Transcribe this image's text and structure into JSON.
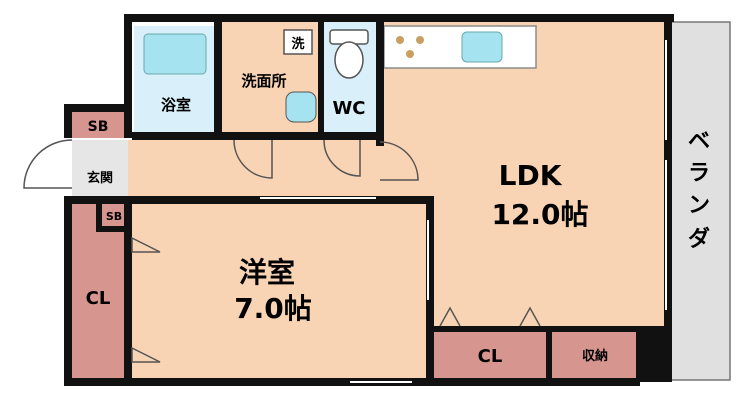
{
  "colors": {
    "wall": "#111111",
    "floor": "#f8d4b4",
    "wet_area": "#d9f0fa",
    "fixture": "#a6e3f0",
    "storage": "#d79590",
    "balcony": "#e0e0e0",
    "line": "#8c8c8c"
  },
  "rooms": {
    "ldk_name": "LDK",
    "ldk_size": "12.0帖",
    "western_name": "洋室",
    "western_size": "7.0帖",
    "bath": "浴室",
    "washroom": "洗面所",
    "washer": "洗",
    "wc": "WC",
    "entrance": "玄関",
    "shoe_box_top": "SB",
    "shoe_box_small": "SB",
    "closet_left": "CL",
    "closet_bottom": "CL",
    "storage": "収納",
    "veranda": [
      "ベ",
      "ラ",
      "ン",
      "ダ"
    ]
  }
}
